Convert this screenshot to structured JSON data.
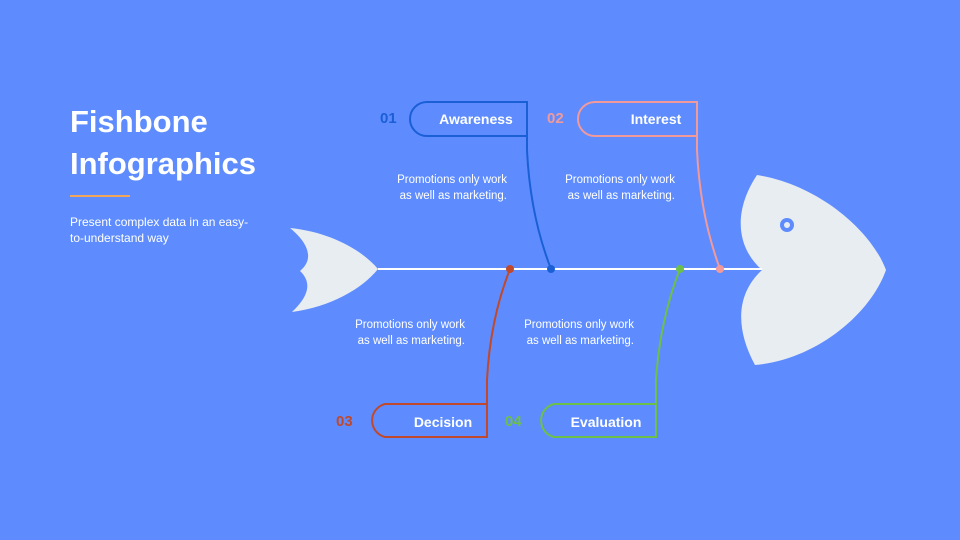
{
  "title": "Fishbone Infographics",
  "subtitle": "Present complex data in an easy-to-understand way",
  "colors": {
    "background": "#5e8cff",
    "fish": "#e8edf2",
    "spine": "#ffffff",
    "accent": "#f2a65a"
  },
  "stages": [
    {
      "number": "01",
      "label": "Awareness",
      "description": "Promotions only work as well as marketing.",
      "color": "#1a5fd6"
    },
    {
      "number": "02",
      "label": "Interest",
      "description": "Promotions only work as well as marketing.",
      "color": "#f29a9a"
    },
    {
      "number": "03",
      "label": "Decision",
      "description": "Promotions only work as well as marketing.",
      "color": "#c0492b"
    },
    {
      "number": "04",
      "label": "Evaluation",
      "description": "Promotions only work as well as marketing.",
      "color": "#6cc04a"
    }
  ]
}
